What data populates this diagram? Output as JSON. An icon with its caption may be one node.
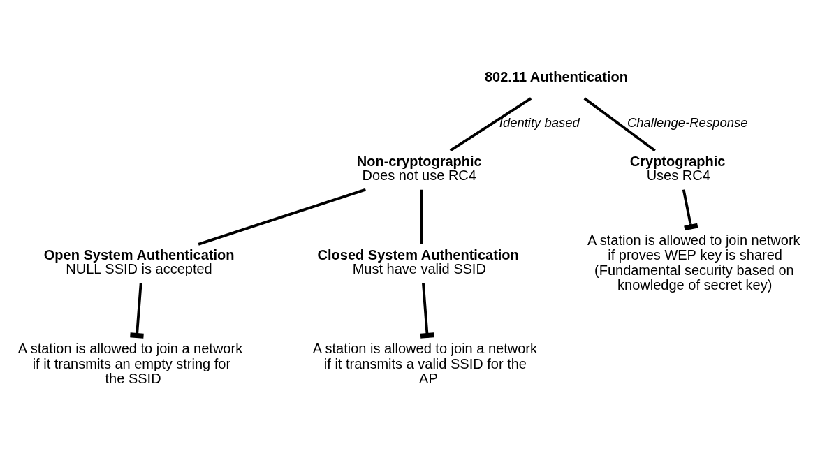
{
  "diagram": {
    "nodes": [
      {
        "text": [
          "802.11 Authentication"
        ]
      },
      {
        "text": [
          "Non-cryptographic",
          "Does not use RC4"
        ]
      },
      {
        "text": [
          "Cryptographic",
          "Uses RC4"
        ]
      },
      {
        "text": [
          "Open System Authentication",
          "NULL SSID is accepted"
        ]
      },
      {
        "text": [
          "Closed System Authentication",
          "Must have valid SSID"
        ]
      },
      {
        "text": [
          "A station is allowed to join a network if it transmits an empty string for the SSID"
        ]
      },
      {
        "text": [
          "A station is allowed to join a network if it transmits a valid SSID for the AP"
        ]
      },
      {
        "text": [
          "A station is allowed to join network if proves WEP key is shared",
          "(Fundamental security based on knowledge of secret key)"
        ]
      }
    ],
    "edges": [
      {
        "from": 0,
        "to": 1,
        "arrow": "none",
        "label": "Identity based"
      },
      {
        "from": 0,
        "to": 2,
        "arrow": "none",
        "label": "Challenge-Response"
      },
      {
        "from": 1,
        "to": 3,
        "arrow": "none"
      },
      {
        "from": 1,
        "to": 4,
        "arrow": "none"
      },
      {
        "from": 3,
        "to": 5,
        "arrow": "other"
      },
      {
        "from": 4,
        "to": 6,
        "arrow": "other"
      },
      {
        "from": 2,
        "to": 7,
        "arrow": "other"
      }
    ]
  }
}
